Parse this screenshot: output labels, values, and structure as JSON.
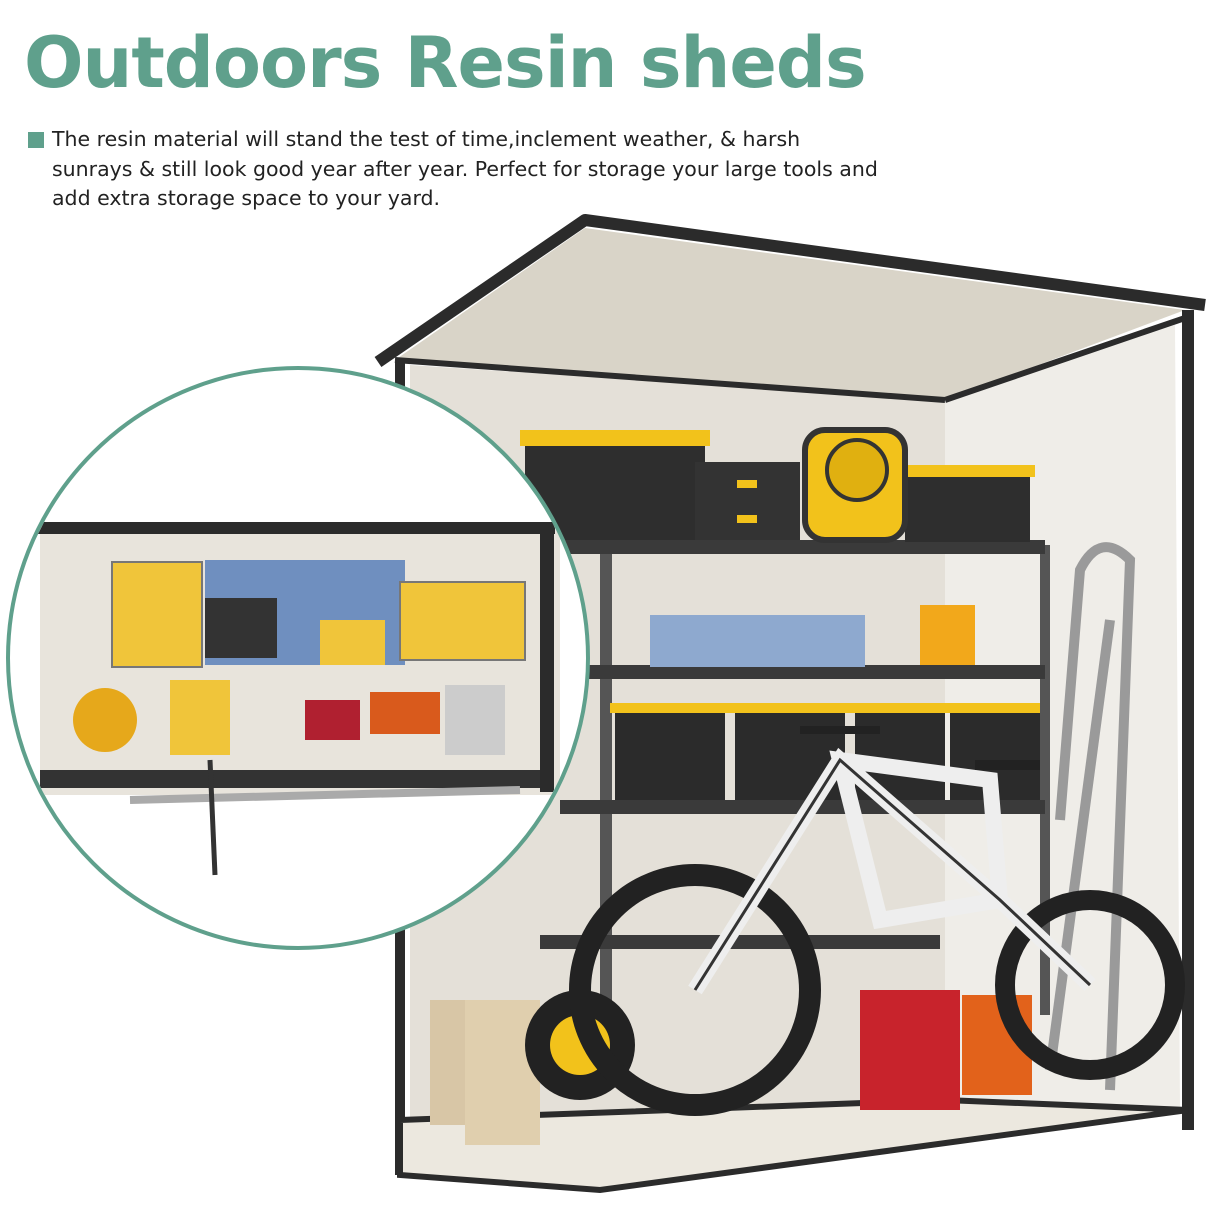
{
  "header": {
    "title": "Outdoors Resin sheds",
    "description": "The resin material will stand the test of time,inclement weather, & harsh sunrays & still look good year after year. Perfect for storage your large tools and add extra storage space to your yard."
  },
  "colors": {
    "accent": "#5fa08c",
    "shed_frame": "#2b2b2b",
    "wall": "#e9e6df",
    "bin_lid": "#f2c21b"
  },
  "images": {
    "main": "shed-interior-photo",
    "inset": "shed-top-view-inset-circle"
  }
}
